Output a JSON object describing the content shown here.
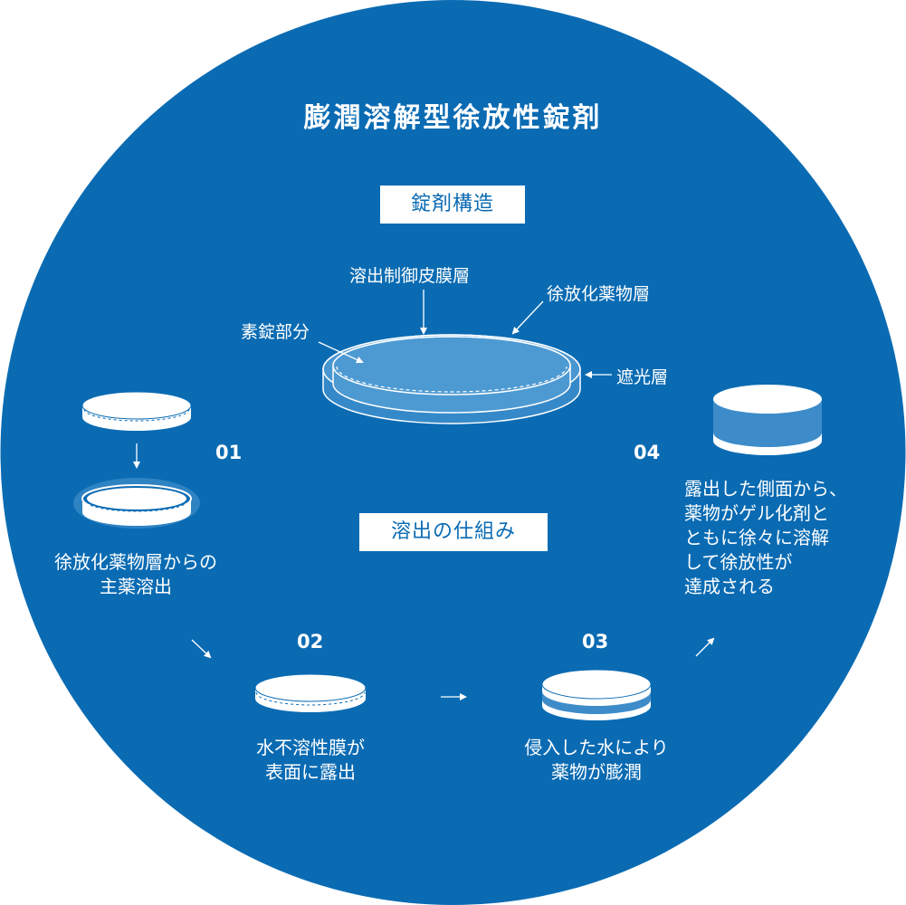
{
  "title": "膨潤溶解型徐放性錠剤",
  "structure_heading": "錠剤構造",
  "mechanism_heading": "溶出の仕組み",
  "structure_labels": {
    "core": "素錠部分",
    "control_membrane": "溶出制御皮膜層",
    "sustained_layer": "徐放化薬物層",
    "light_shield": "遮光層"
  },
  "steps": [
    {
      "number": "01",
      "lines": [
        "徐放化薬物層からの",
        "主薬溶出"
      ]
    },
    {
      "number": "02",
      "lines": [
        "水不溶性膜が",
        "表面に露出"
      ]
    },
    {
      "number": "03",
      "lines": [
        "侵入した水により",
        "薬物が膨潤"
      ]
    },
    {
      "number": "04",
      "lines": [
        "露出した側面から、",
        "薬物がゲル化剤と",
        "ともに徐々に溶解",
        "して徐放性が",
        "達成される"
      ]
    }
  ],
  "colors": {
    "background_circle": "#0a6bb3",
    "tablet_fill": "#4d9ad3",
    "tablet_band": "#3d8cc9",
    "white": "#ffffff"
  }
}
